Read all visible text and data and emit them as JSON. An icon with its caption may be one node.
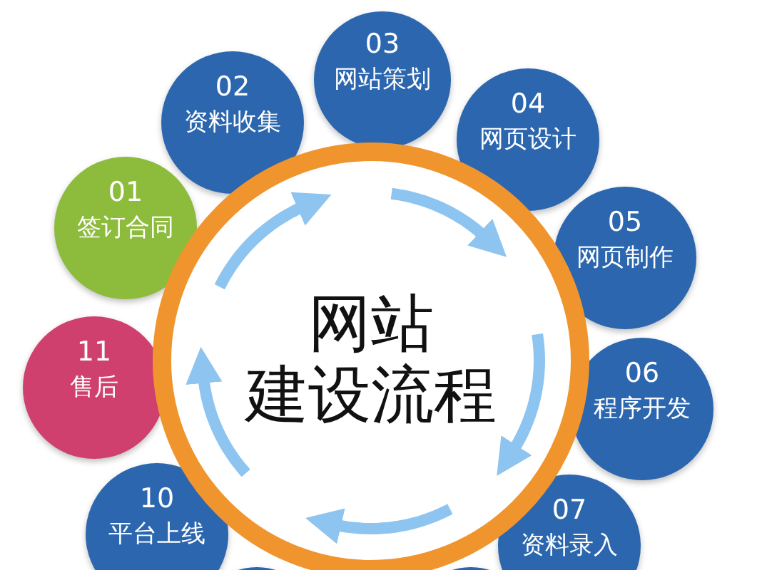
{
  "diagram": {
    "nodes": [
      {
        "text": [
          "网站",
          "建设流程"
        ]
      },
      {
        "text": [
          "01",
          "签订合同"
        ]
      },
      {
        "text": [
          "02",
          "资料收集"
        ]
      },
      {
        "text": [
          "03",
          "网站策划"
        ]
      },
      {
        "text": [
          "04",
          "网页设计"
        ]
      },
      {
        "text": [
          "05",
          "网页制作"
        ]
      },
      {
        "text": [
          "06",
          "程序开发"
        ]
      },
      {
        "text": [
          "07",
          "资料录入"
        ]
      },
      {
        "text": [],
        "shape": "circle"
      },
      {
        "text": [],
        "shape": "circle"
      },
      {
        "text": [
          "10",
          "平台上线"
        ]
      },
      {
        "text": [
          "11",
          "售后"
        ]
      }
    ]
  }
}
